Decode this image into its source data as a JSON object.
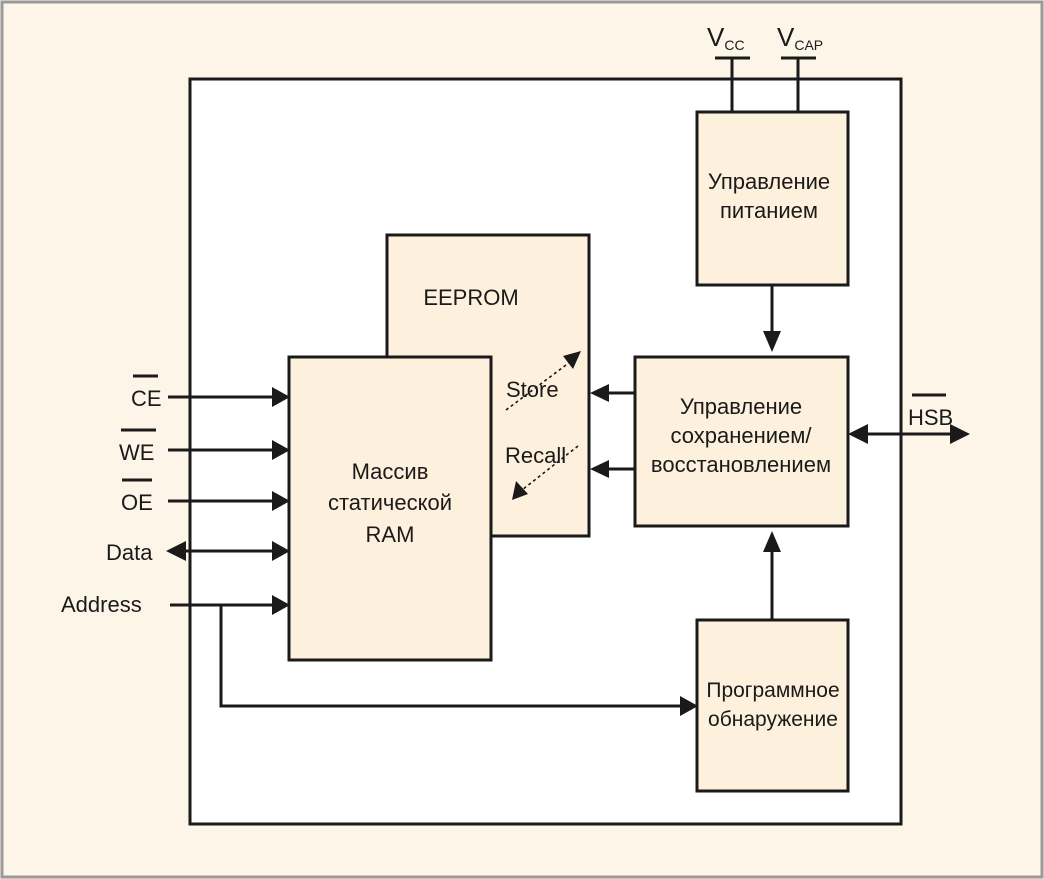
{
  "supplies": {
    "vcc_main": "V",
    "vcc_sub": "CC",
    "vcap_main": "V",
    "vcap_sub": "CAP"
  },
  "blocks": {
    "power": [
      "Управление",
      "питанием"
    ],
    "eeprom": "EEPROM",
    "sram": [
      "Массив",
      "статической",
      "RAM"
    ],
    "store_recall": [
      "Управление",
      "сохранением/",
      "восстановлением"
    ],
    "detect": [
      "Программное",
      "обнаружение"
    ]
  },
  "operations": {
    "store": "Store",
    "recall": "Recall"
  },
  "signals": {
    "ce": "CE",
    "we": "WE",
    "oe": "OE",
    "data": "Data",
    "address": "Address",
    "hsb": "HSB"
  },
  "colors": {
    "background": "#fdf6e8",
    "block_fill": "#fdf0dc",
    "line": "#1a1a1a",
    "frame": "#9a9a9a"
  }
}
